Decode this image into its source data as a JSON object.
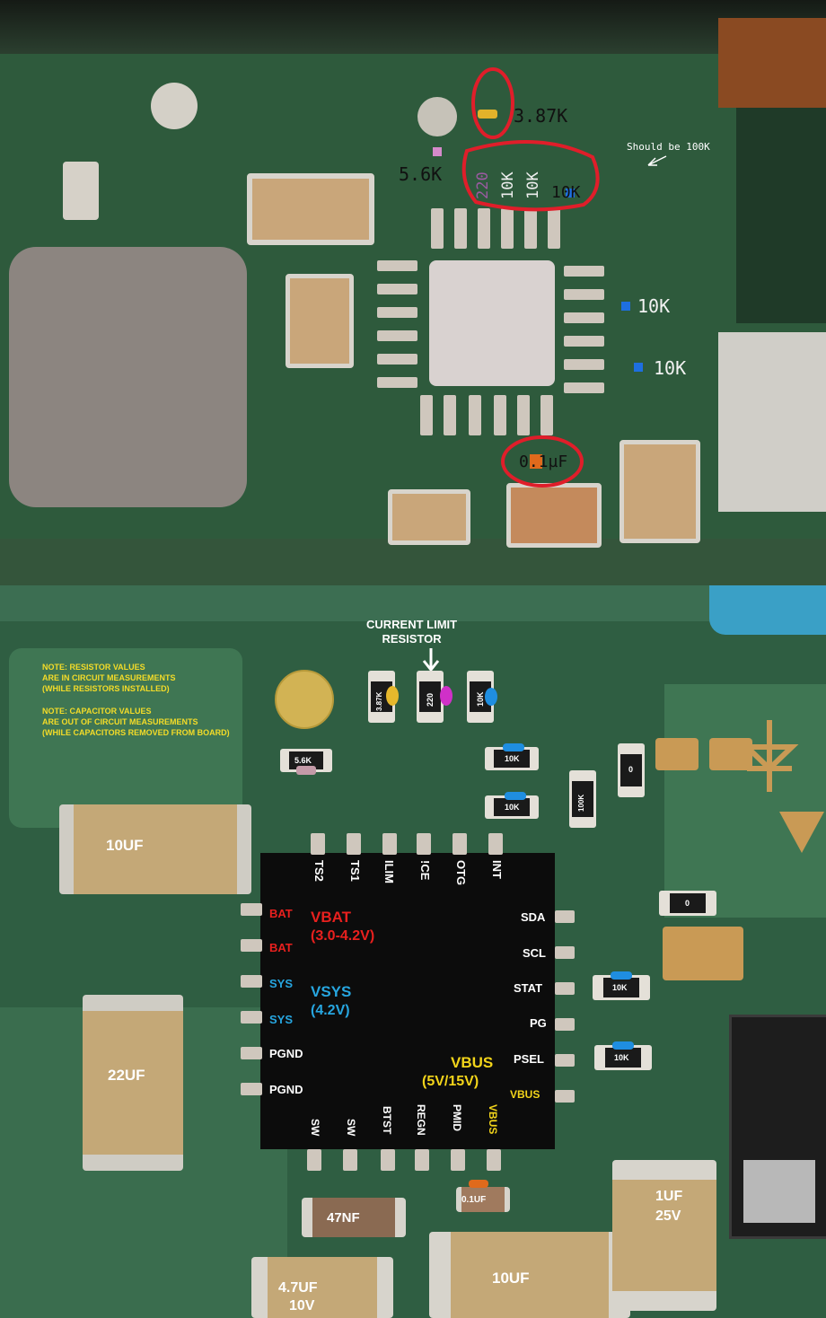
{
  "top_photo": {
    "resistor_labels": {
      "r_387k": "3.87K",
      "r_56k": "5.6K",
      "r_220": "220",
      "r_10k_a": "10K",
      "r_10k_b": "10K",
      "r_10k_c": "10K",
      "r_10k_d": "10K",
      "r_10k_e": "10K"
    },
    "note": "Should be 100K",
    "cap_label": "0.1µF"
  },
  "bottom_photo": {
    "header_label": "CURRENT LIMIT\nRESISTOR",
    "note_resistor": "NOTE: RESISTOR VALUES\nARE IN CIRCUIT MEASUREMENTS\n(WHILE RESISTORS INSTALLED)",
    "note_capacitor": "NOTE: CAPACITOR VALUES\nARE OUT OF CIRCUIT MEASUREMENTS\n(WHILE CAPACITORS REMOVED FROM BOARD)",
    "pins_top": [
      "TS2",
      "TS1",
      "ILIM",
      "!CE",
      "OTG",
      "INT"
    ],
    "pins_left": [
      "BAT",
      "BAT",
      "SYS",
      "SYS",
      "PGND",
      "PGND"
    ],
    "pins_right": [
      "SDA",
      "SCL",
      "STAT",
      "PG",
      "PSEL",
      "VBUS"
    ],
    "pins_bottom": [
      "SW",
      "SW",
      "BTST",
      "REGN",
      "PMID",
      "VBUS"
    ],
    "rails": {
      "vbat": "VBAT",
      "vbat_range": "(3.0-4.2V)",
      "vsys": "VSYS",
      "vsys_range": "(4.2V)",
      "vbus": "VBUS",
      "vbus_range": "(5V/15V)"
    },
    "resistors": {
      "r_387k": "3.87K",
      "r_220": "220",
      "r_10k_top": "10K",
      "r_56k": "5.6K",
      "r_10k_1": "10K",
      "r_10k_2": "10K",
      "r_100k": "100K",
      "r_0_a": "0",
      "r_0_b": "0",
      "r_10k_stat": "10K",
      "r_10k_psel": "10K"
    },
    "capacitors": {
      "c_10uf_left": "10UF",
      "c_22uf": "22UF",
      "c_47nf": "47NF",
      "c_01uf": "0.1UF",
      "c_47uf": "4.7UF",
      "c_47uf_v": "10V",
      "c_10uf_bottom": "10UF",
      "c_1uf": "1UF",
      "c_1uf_v": "25V"
    },
    "colors": {
      "vbat": "#e8201e",
      "vsys": "#27a6e0",
      "vbus": "#f2d41a",
      "note_yellow": "#f4dc28"
    }
  }
}
